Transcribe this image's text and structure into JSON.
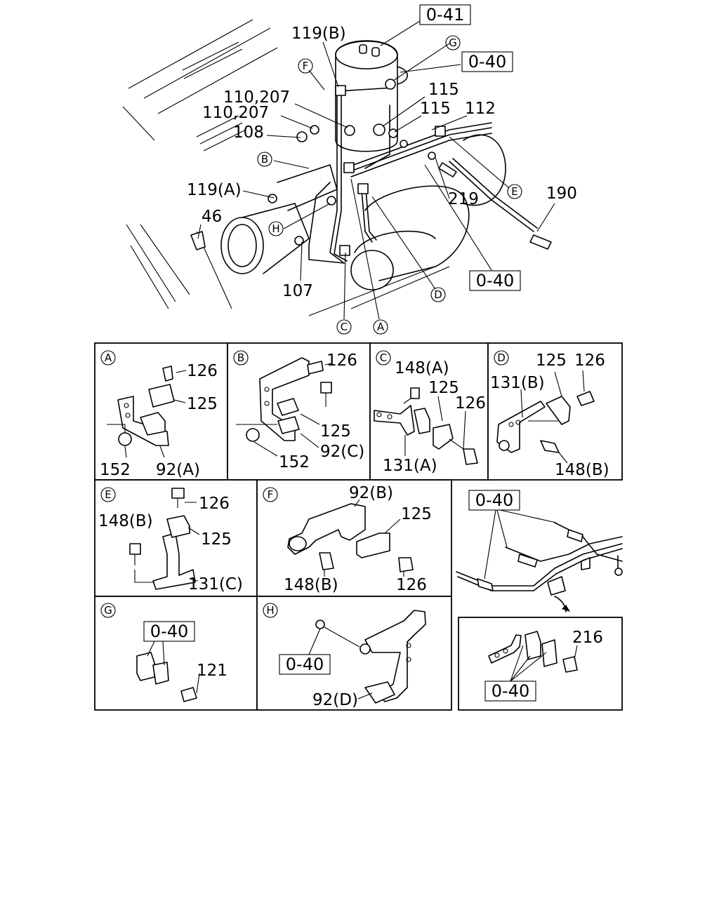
{
  "refs": {
    "r041": "0-41",
    "r040a": "0-40",
    "r040b": "0-40",
    "r040c": "0-40",
    "r040d": "0-40",
    "r040e": "0-40",
    "r040f": "0-40"
  },
  "main": {
    "l119b": "119(B)",
    "l110a": "110,207",
    "l110b": "110,207",
    "l108": "108",
    "l115a": "115",
    "l115b": "115",
    "l112": "112",
    "l119a": "119(A)",
    "l46": "46",
    "l219": "219",
    "l190": "190",
    "l107": "107"
  },
  "letters": {
    "a": "A",
    "b": "B",
    "c": "C",
    "d": "D",
    "e": "E",
    "f": "F",
    "g": "G",
    "h": "H"
  },
  "panelA": {
    "l126": "126",
    "l125": "125",
    "l152": "152",
    "l92": "92(A)"
  },
  "panelB": {
    "l126": "126",
    "l125": "125",
    "l152": "152",
    "l92": "92(C)"
  },
  "panelC": {
    "l148": "148(A)",
    "l125": "125",
    "l126": "126",
    "l131": "131(A)"
  },
  "panelD": {
    "l125": "125",
    "l126": "126",
    "l131": "131(B)",
    "l148": "148(B)"
  },
  "panelE": {
    "l126": "126",
    "l148": "148(B)",
    "l125": "125",
    "l131": "131(C)"
  },
  "panelF": {
    "l92": "92(B)",
    "l125": "125",
    "l148": "148(B)",
    "l126": "126"
  },
  "panelG": {
    "l121": "121"
  },
  "panelH": {
    "l92": "92(D)"
  },
  "panelI": {
    "l216": "216"
  }
}
